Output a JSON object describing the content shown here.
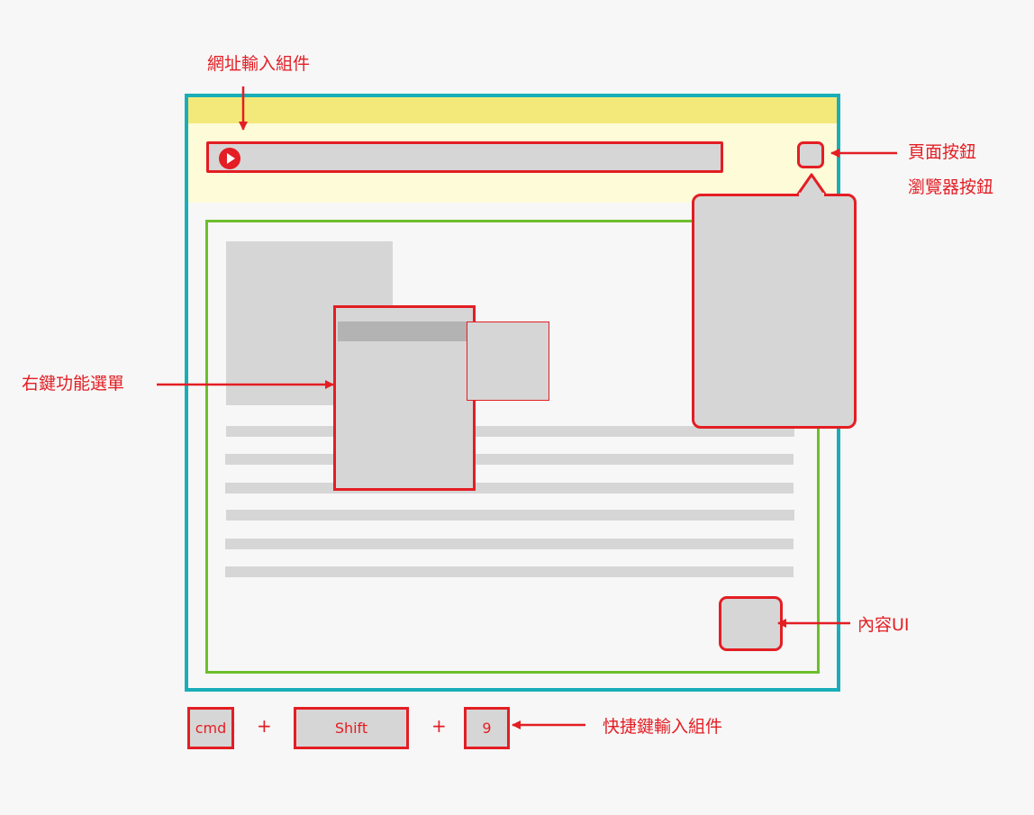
{
  "labels": {
    "url_input": "網址輸入組件",
    "page_button": "頁面按鈕",
    "browser_button": "瀏覽器按鈕",
    "context_menu": "右鍵功能選單",
    "content_ui": "內容UI",
    "shortcut_input": "快捷鍵輸入組件"
  },
  "shortcut": {
    "key1": "cmd",
    "key2": "Shift",
    "key3": "9",
    "plus": "+"
  },
  "colors": {
    "annotation": "#e31e24",
    "browser_frame": "#19aeb7",
    "title_bar": "#f3e97a",
    "toolbar": "#fdfbd8",
    "content_frame": "#6cbf2c",
    "placeholder": "#d6d6d6"
  },
  "icons": {
    "site_icon": "play-circle-icon"
  }
}
